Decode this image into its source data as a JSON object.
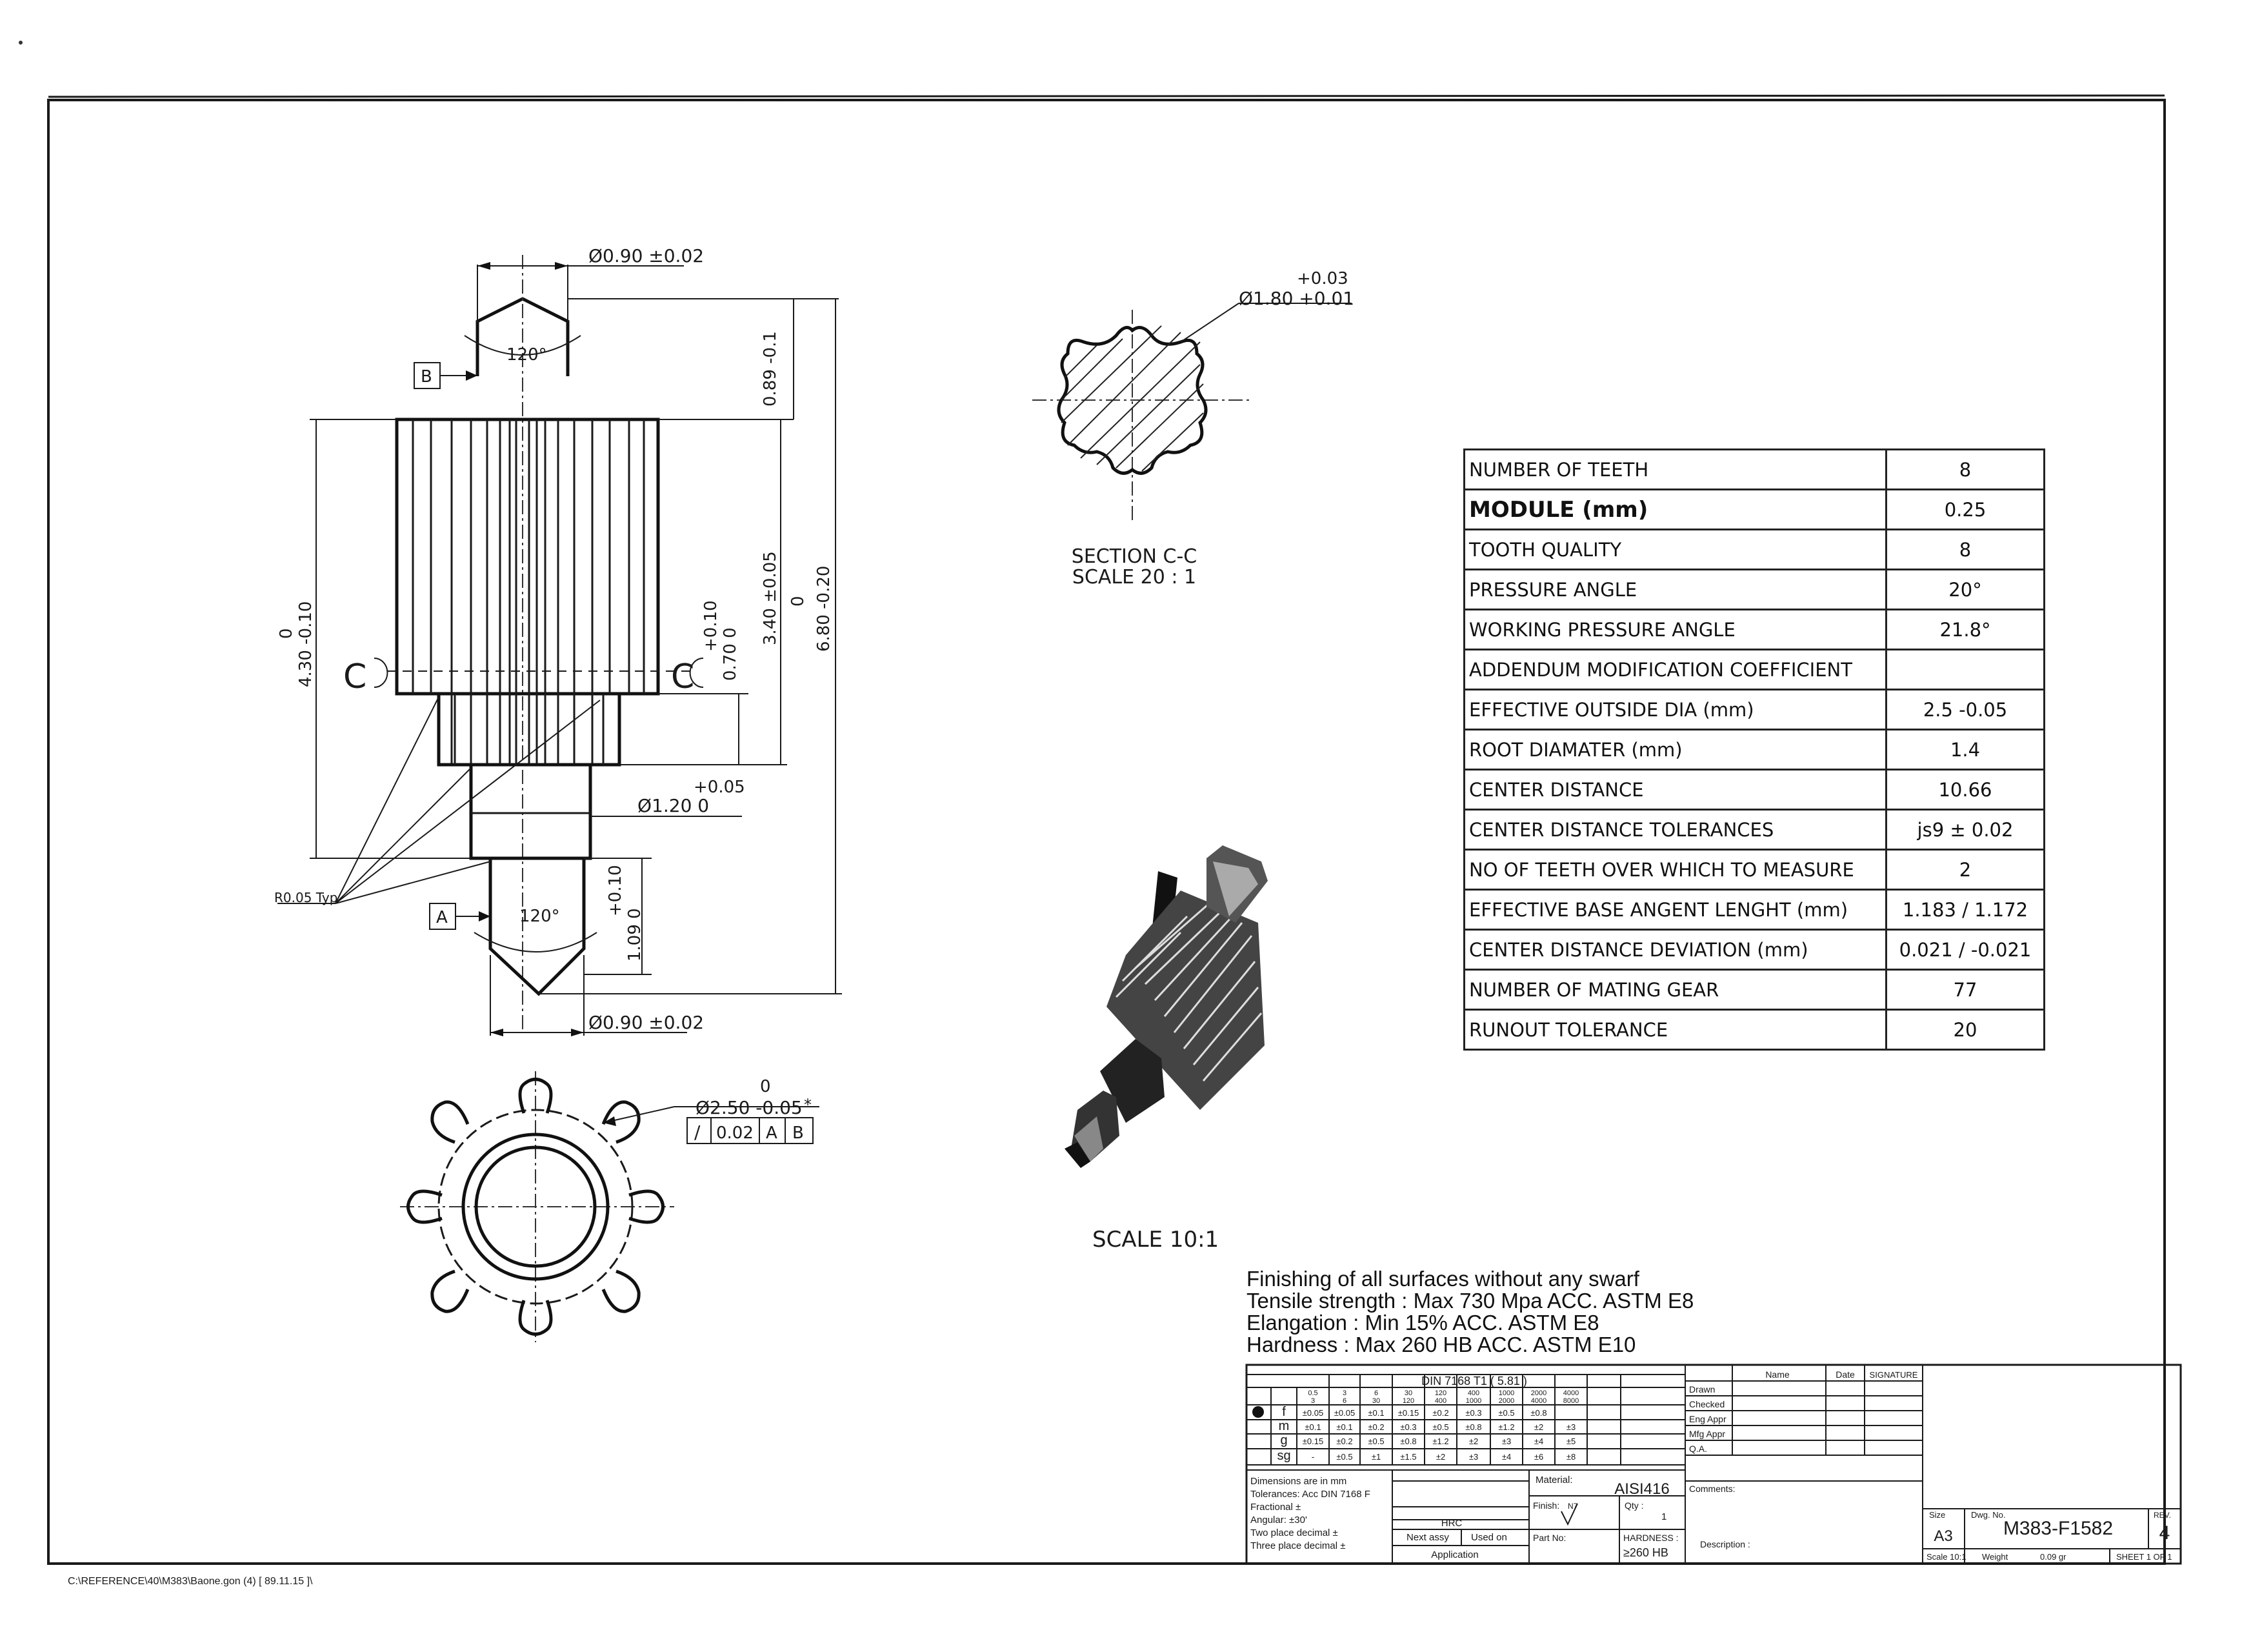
{
  "drawing": {
    "dims": {
      "d_tip_top": "Ø0.90 ±0.02",
      "d_tip_bottom": "Ø0.90 ±0.02",
      "angle_top": "120°",
      "angle_bottom": "120°",
      "len_089": "0.89 -0.1",
      "len_340": "3.40 ±0.05",
      "len_680": "6.80 -0.20",
      "len_680_upper": "0",
      "len_430": "4.30 -0.10",
      "len_430_upper": "0",
      "len_070": "0.70  0",
      "len_070_upper": "+0.10",
      "d_shaft": "Ø1.20  0",
      "d_shaft_upper": "+0.05",
      "len_109": "1.09  0",
      "len_109_upper": "+0.10",
      "datum_a": "A",
      "datum_b": "B",
      "section_letter": "C",
      "leader_note": "R0.05 Typ",
      "d_outer": "Ø2.50 -0.05",
      "d_outer_upper": "0",
      "d_outer_mark": "*",
      "runout_symbol": "/",
      "runout_value": "0.02",
      "runout_datum_a": "A",
      "runout_datum_b": "B",
      "d_root_section": "Ø1.80 +0.01",
      "d_root_section_upper": "+0.03",
      "section_title": "SECTION C-C",
      "section_scale": "SCALE 20 : 1",
      "iso_scale": "SCALE 10:1"
    },
    "file_path": "C:\\REFERENCE\\40\\M383\\Baone.gon (4) [ 89.11.15 ]\\"
  },
  "spec_table": [
    {
      "label": "NUMBER OF TEETH",
      "value": "8"
    },
    {
      "label": "MODULE (mm)",
      "value": "0.25"
    },
    {
      "label": "TOOTH QUALITY",
      "value": "8"
    },
    {
      "label": "PRESSURE ANGLE",
      "value": "20°"
    },
    {
      "label": "WORKING PRESSURE ANGLE",
      "value": "21.8°"
    },
    {
      "label": "ADDENDUM MODIFICATION COEFFICIENT",
      "value": ""
    },
    {
      "label": "EFFECTIVE OUTSIDE DIA (mm)",
      "value": "2.5 -0.05"
    },
    {
      "label": "ROOT DIAMATER (mm)",
      "value": "1.4"
    },
    {
      "label": "CENTER DISTANCE",
      "value": "10.66"
    },
    {
      "label": "CENTER DISTANCE TOLERANCES",
      "value": "js9 ± 0.02"
    },
    {
      "label": "NO OF TEETH OVER WHICH TO MEASURE",
      "value": "2"
    },
    {
      "label": "EFFECTIVE BASE ANGENT LENGHT (mm)",
      "value": "1.183 / 1.172"
    },
    {
      "label": "CENTER DISTANCE DEVIATION (mm)",
      "value": "0.021 / -0.021"
    },
    {
      "label": "NUMBER OF MATING GEAR",
      "value": "77"
    },
    {
      "label": "RUNOUT TOLERANCE",
      "value": "20"
    }
  ],
  "notes": [
    "Finishing of all surfaces without any swarf",
    "Tensile  strength  : Max 730 Mpa  ACC. ASTM E8",
    "Elangation : Min 15%  ACC. ASTM E8",
    "Hardness : Max 260 HB  ACC. ASTM E10"
  ],
  "tolerance_table": {
    "title": "DIN 7168 T1 ( 5.81 )",
    "ranges": [
      {
        "a": "0.5",
        "b": "3"
      },
      {
        "a": "3",
        "b": "6"
      },
      {
        "a": "6",
        "b": "30"
      },
      {
        "a": "30",
        "b": "120"
      },
      {
        "a": "120",
        "b": "400"
      },
      {
        "a": "400",
        "b": "1000"
      },
      {
        "a": "1000",
        "b": "2000"
      },
      {
        "a": "2000",
        "b": "4000"
      },
      {
        "a": "4000",
        "b": "8000"
      }
    ],
    "rows": [
      {
        "cls": "f",
        "vals": [
          "±0.05",
          "±0.05",
          "±0.1",
          "±0.15",
          "±0.2",
          "±0.3",
          "±0.5",
          "±0.8",
          ""
        ]
      },
      {
        "cls": "m",
        "vals": [
          "±0.1",
          "±0.1",
          "±0.2",
          "±0.3",
          "±0.5",
          "±0.8",
          "±1.2",
          "±2",
          "±3"
        ]
      },
      {
        "cls": "g",
        "vals": [
          "±0.15",
          "±0.2",
          "±0.5",
          "±0.8",
          "±1.2",
          "±2",
          "±3",
          "±4",
          "±5"
        ]
      },
      {
        "cls": "sg",
        "vals": [
          "-",
          "±0.5",
          "±1",
          "±1.5",
          "±2",
          "±3",
          "±4",
          "±6",
          "±8"
        ]
      }
    ]
  },
  "approvals": {
    "headers": [
      "Name",
      "Date",
      "SIGNATURE"
    ],
    "rows": [
      "Drawn",
      "Checked",
      "Eng Appr",
      "Mfg Appr",
      "Q.A."
    ],
    "comments_label": "Comments:"
  },
  "general": {
    "dims_note": "Dimensions are in mm",
    "tol_note": "Tolerances: Acc DIN 7168 F",
    "fractional": "Fractional ±",
    "angular": "Angular: ±30'",
    "two_place": "Two place decimal   ±",
    "three_place": "Three place decimal  ±",
    "hrc_label": "HRC",
    "next_assy": "Next assy",
    "used_on": "Used on",
    "application": "Application"
  },
  "title_block": {
    "material_label": "Material:",
    "material": "AISI416",
    "finish_label": "Finish:",
    "finish_symbol": "N7",
    "qty_label": "Qty :",
    "qty": "1",
    "part_no_label": "Part No:",
    "hardness_label": "HARDNESS :",
    "hardness": "≥260 HB",
    "description_label": "Description :",
    "size_label": "Size",
    "size": "A3",
    "dwg_no_label": "Dwg. No.",
    "dwg_no": "M383-F1582",
    "rev_label": "REV.",
    "rev": "4",
    "scale": "Scale 10:1",
    "weight_label": "Weight",
    "weight": "0.09 gr",
    "sheet": "SHEET 1 OF 1"
  }
}
